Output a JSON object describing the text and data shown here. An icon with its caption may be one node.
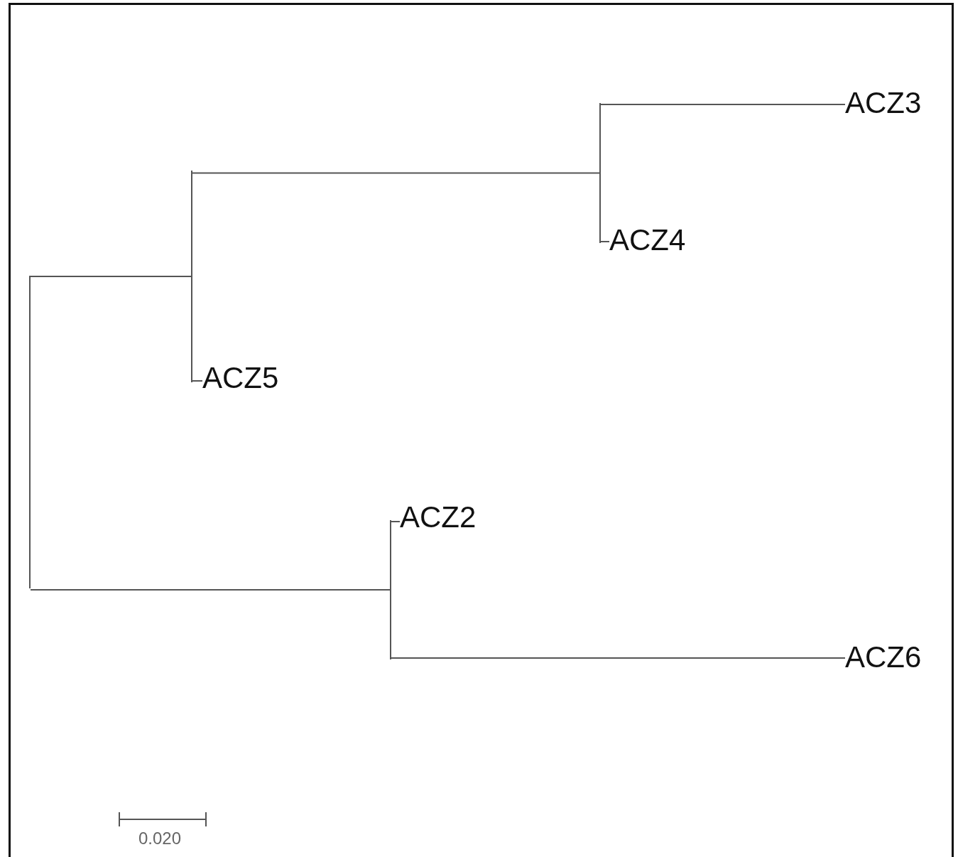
{
  "diagram": {
    "nodes": [
      {
        "text": [
          "ACZ3"
        ]
      },
      {
        "text": [
          "ACZ4"
        ]
      },
      {
        "text": [
          "ACZ5"
        ]
      },
      {
        "text": [
          "ACZ2"
        ]
      },
      {
        "text": [
          "ACZ6"
        ]
      },
      {
        "text": [],
        "shape": "bar"
      },
      {
        "text": [],
        "shape": "bar"
      },
      {
        "text": [],
        "shape": "bar"
      },
      {
        "text": [],
        "shape": "bar"
      }
    ],
    "edges": [
      {
        "from": 5,
        "to": 6,
        "arrow": "none"
      },
      {
        "from": 5,
        "to": 8,
        "arrow": "none"
      },
      {
        "from": 6,
        "to": 7,
        "arrow": "none"
      },
      {
        "from": 6,
        "to": 2,
        "arrow": "none"
      },
      {
        "from": 7,
        "to": 0,
        "arrow": "none"
      },
      {
        "from": 7,
        "to": 1,
        "arrow": "none"
      },
      {
        "from": 8,
        "to": 3,
        "arrow": "none"
      },
      {
        "from": 8,
        "to": 4,
        "arrow": "none"
      }
    ],
    "labels": [
      "0.020"
    ]
  }
}
